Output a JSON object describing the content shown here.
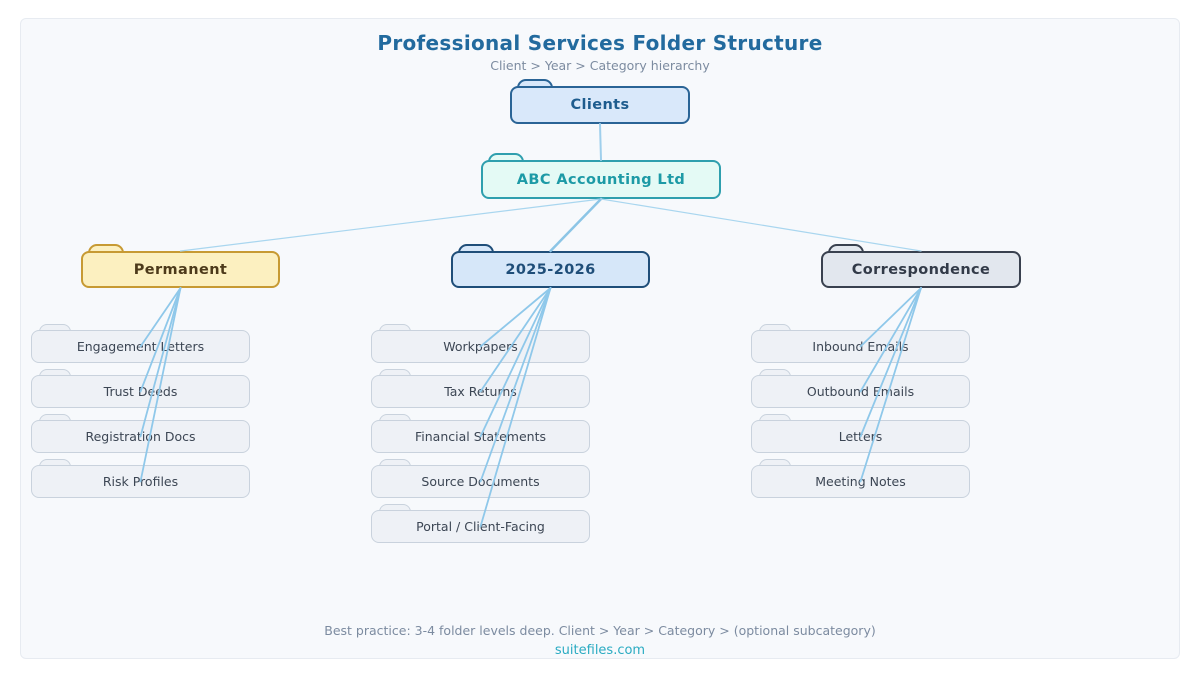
{
  "header": {
    "title": "Professional Services Folder Structure",
    "subtitle": "Client > Year > Category hierarchy"
  },
  "nodes": {
    "clients": {
      "label": "Clients"
    },
    "abc": {
      "label": "ABC Accounting Ltd"
    },
    "permanent": {
      "label": "Permanent"
    },
    "y2026": {
      "label": "2025-2026"
    },
    "corr": {
      "label": "Correspondence"
    },
    "p1": {
      "label": "Engagement Letters"
    },
    "p2": {
      "label": "Trust Deeds"
    },
    "p3": {
      "label": "Registration Docs"
    },
    "p4": {
      "label": "Risk Profiles"
    },
    "y1": {
      "label": "Workpapers"
    },
    "y2": {
      "label": "Tax Returns"
    },
    "y3": {
      "label": "Financial Statements"
    },
    "y4": {
      "label": "Source Documents"
    },
    "y5": {
      "label": "Portal / Client-Facing"
    },
    "c1": {
      "label": "Inbound Emails"
    },
    "c2": {
      "label": "Outbound Emails"
    },
    "c3": {
      "label": "Letters"
    },
    "c4": {
      "label": "Meeting Notes"
    }
  },
  "edges": [
    {
      "from": "clients",
      "to": "abc",
      "anchor": "top",
      "width": 2,
      "color": "#9fcfec"
    },
    {
      "from": "abc",
      "to": "permanent",
      "anchor": "top",
      "width": 1.2,
      "color": "#a9d6ef"
    },
    {
      "from": "abc",
      "to": "y2026",
      "anchor": "top",
      "width": 2.5,
      "color": "#8cc5e6"
    },
    {
      "from": "abc",
      "to": "corr",
      "anchor": "top",
      "width": 1.2,
      "color": "#a9d6ef"
    },
    {
      "from": "permanent",
      "to": "p1",
      "anchor": "center",
      "width": 1.8,
      "color": "#8fc8ea"
    },
    {
      "from": "permanent",
      "to": "p2",
      "anchor": "center",
      "width": 1.8,
      "color": "#8fc8ea"
    },
    {
      "from": "permanent",
      "to": "p3",
      "anchor": "center",
      "width": 1.8,
      "color": "#8fc8ea"
    },
    {
      "from": "permanent",
      "to": "p4",
      "anchor": "center",
      "width": 1.8,
      "color": "#8fc8ea"
    },
    {
      "from": "y2026",
      "to": "y1",
      "anchor": "center",
      "width": 1.8,
      "color": "#8fc8ea"
    },
    {
      "from": "y2026",
      "to": "y2",
      "anchor": "center",
      "width": 1.8,
      "color": "#8fc8ea"
    },
    {
      "from": "y2026",
      "to": "y3",
      "anchor": "center",
      "width": 1.8,
      "color": "#8fc8ea"
    },
    {
      "from": "y2026",
      "to": "y4",
      "anchor": "center",
      "width": 1.8,
      "color": "#8fc8ea"
    },
    {
      "from": "y2026",
      "to": "y5",
      "anchor": "center",
      "width": 1.8,
      "color": "#8fc8ea"
    },
    {
      "from": "corr",
      "to": "c1",
      "anchor": "center",
      "width": 1.8,
      "color": "#8fc8ea"
    },
    {
      "from": "corr",
      "to": "c2",
      "anchor": "center",
      "width": 1.8,
      "color": "#8fc8ea"
    },
    {
      "from": "corr",
      "to": "c3",
      "anchor": "center",
      "width": 1.8,
      "color": "#8fc8ea"
    },
    {
      "from": "corr",
      "to": "c4",
      "anchor": "center",
      "width": 1.8,
      "color": "#8fc8ea"
    }
  ],
  "footer": {
    "note": "Best practice: 3-4 folder levels deep. Client > Year > Category > (optional subcategory)",
    "link": "suitefiles.com"
  },
  "colors": {
    "edge": "#9fcfec",
    "title": "#226a9e",
    "subtitle": "#7c8ba0",
    "link": "#2aabc2",
    "panel_bg": "#f7f9fc",
    "clients_fill": "#d9e8fa",
    "clients_border": "#2a6496",
    "abc_fill": "#e4faf5",
    "abc_border": "#2f9fae",
    "permanent_fill": "#fcf0c0",
    "permanent_border": "#c79a33",
    "year_fill": "#d6e7f9",
    "year_border": "#1f4e79",
    "correspondence_fill": "#e2e7ee",
    "correspondence_border": "#39414f",
    "child_fill": "#eef1f6",
    "child_border": "#c9d2dd"
  }
}
